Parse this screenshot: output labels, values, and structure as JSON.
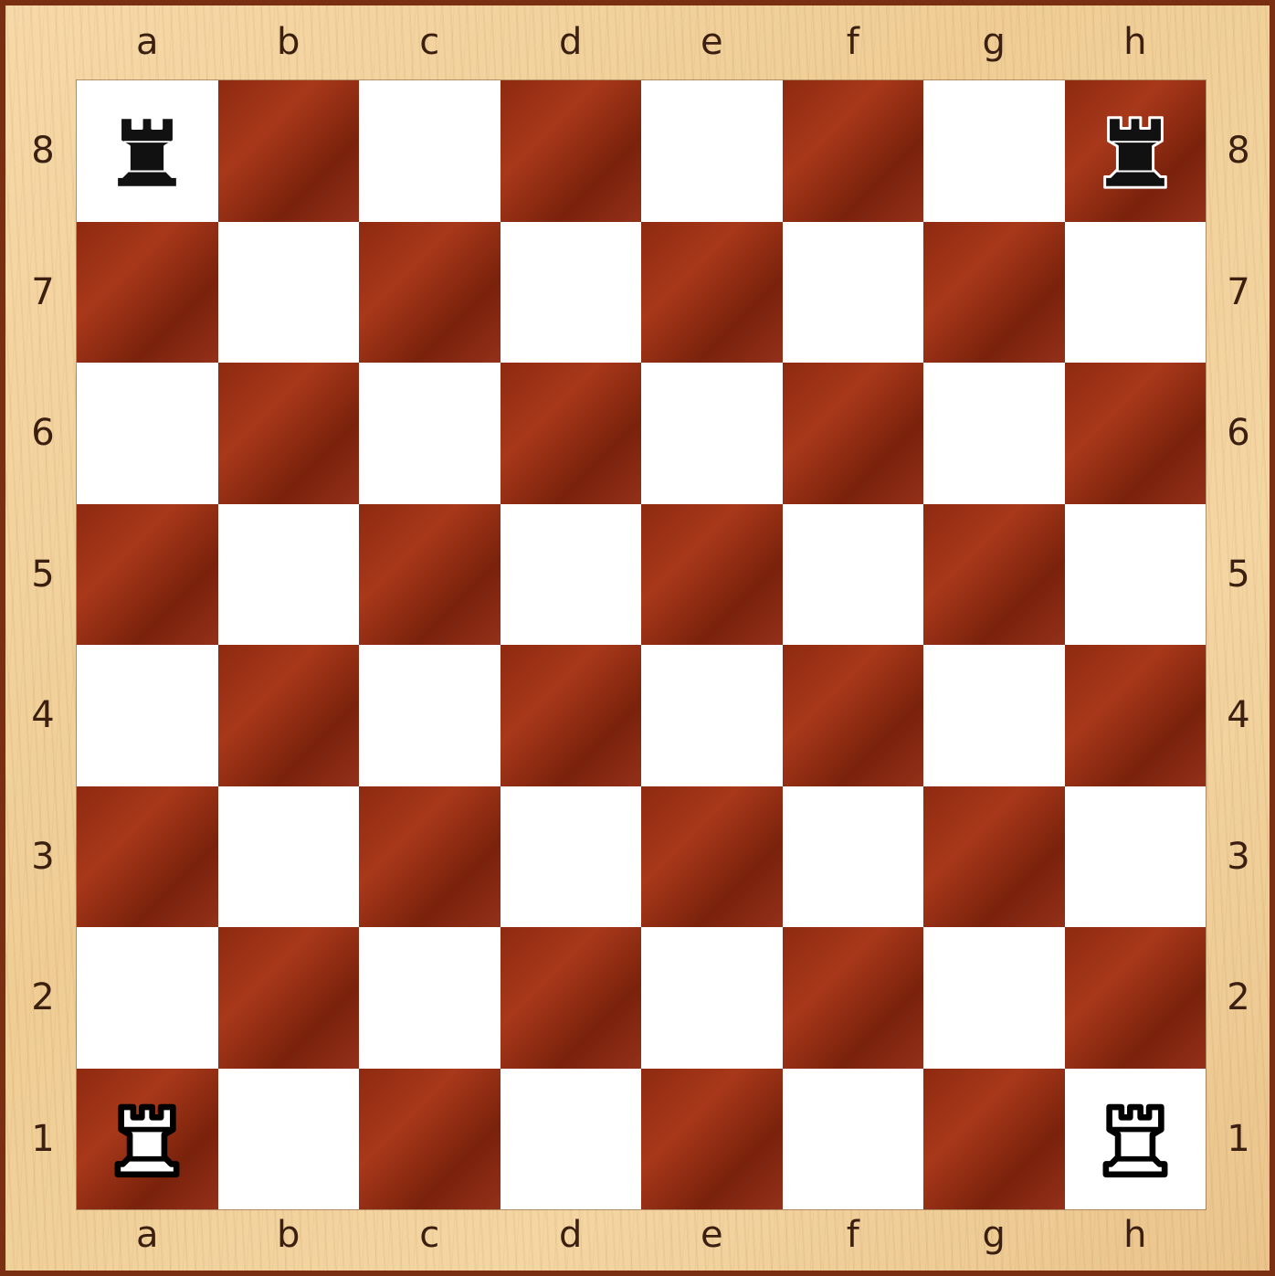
{
  "board": {
    "files": [
      "a",
      "b",
      "c",
      "d",
      "e",
      "f",
      "g",
      "h"
    ],
    "ranks": [
      "8",
      "7",
      "6",
      "5",
      "4",
      "3",
      "2",
      "1"
    ],
    "colors": {
      "light_square": "#ffffff",
      "dark_square": "#9a3216",
      "frame": "#f2d29d",
      "border": "#7a2e12"
    },
    "pieces": [
      {
        "square": "a8",
        "type": "rook",
        "color": "black",
        "icon": "black-rook-icon"
      },
      {
        "square": "h8",
        "type": "rook",
        "color": "black",
        "icon": "black-rook-icon"
      },
      {
        "square": "a1",
        "type": "rook",
        "color": "white",
        "icon": "white-rook-icon"
      },
      {
        "square": "h1",
        "type": "rook",
        "color": "white",
        "icon": "white-rook-icon"
      }
    ]
  }
}
